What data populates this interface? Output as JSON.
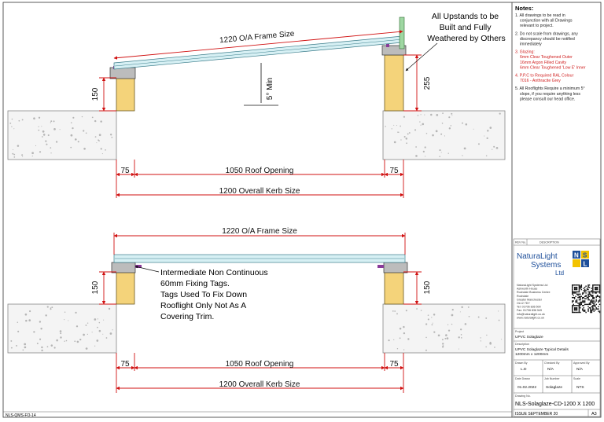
{
  "top_view": {
    "frame_size": "1220 O/A Frame Size",
    "upstand_note": [
      "All Upstands to be",
      "Built and Fully",
      "Weathered by Others"
    ],
    "slope": "5° Min",
    "kerb_height_left": "150",
    "kerb_height_right": "255",
    "kerb_width_left": "75",
    "kerb_width_right": "75",
    "roof_opening": "1050 Roof Opening",
    "overall_kerb": "1200 Overall Kerb Size"
  },
  "bottom_view": {
    "frame_size": "1220 O/A Frame Size",
    "tag_note": [
      "Intermediate Non Continuous",
      "60mm Fixing Tags.",
      "Tags Used To Fix Down",
      "Rooflight Only Not As A",
      "Covering Trim."
    ],
    "kerb_height_left": "150",
    "kerb_height_right": "150",
    "kerb_width_left": "75",
    "kerb_width_right": "75",
    "roof_opening": "1050 Roof Opening",
    "overall_kerb": "1200 Overall Kerb Size"
  },
  "notes": {
    "heading": "Notes:",
    "items": [
      {
        "lines": [
          "1. All drawings to be read in",
          "conjunction with all Drawings",
          "relevant to project."
        ],
        "color": "#222222"
      },
      {
        "lines": [
          "2. Do not scale from drawings, any",
          "discrepancy should be notified",
          "immediately"
        ],
        "color": "#222222"
      },
      {
        "lines": [
          "3. Glazing:",
          "6mm Clear Toughened Outer",
          "16mm Argon Filled Cavity",
          "6mm Clear Toughened 'Low E' Inner"
        ],
        "color": "#d02020"
      },
      {
        "lines": [
          "4. P.P.C to Required RAL Colour",
          "7016 - Anthracite Grey"
        ],
        "color": "#d02020"
      },
      {
        "lines": [
          "5. All Rooflights Require a minimum 5°",
          "slope, if you require anything less",
          "please consult our head office."
        ],
        "color": "#222222"
      }
    ]
  },
  "title_block": {
    "rev_label": "REV No.",
    "rev_desc_label": "DESCRIPTION",
    "company_line1": "NaturaLight",
    "company_line2": "Systems",
    "company_line3": "Ltd",
    "logo_letters": [
      "N",
      "L",
      "S"
    ],
    "address": [
      "NaturaLight Systems Ltd",
      "Ashworth House",
      "Rochdale Business Centre",
      "Rochdale",
      "Greater Manchester",
      "OL12 7DY",
      "Tel: 01706 836 500",
      "Fax: 01706 836 549",
      "info@naturalight.co.uk",
      "www.naturalight.co.uk"
    ],
    "project_label": "Project",
    "project": "UPVC Solaglaze",
    "description_label": "Description",
    "description": [
      "UPVC Solaglaze Typical Details",
      "1200mm x 1200mm"
    ],
    "drawn_by_label": "Drawn By",
    "drawn_by": "L.D",
    "checked_by_label": "Checked By",
    "checked_by": "N/A",
    "approved_by_label": "Approved By",
    "approved_by": "N/A",
    "date_label": "Date Drawn",
    "date": "01.02.2022",
    "job_label": "Job Number",
    "job": "Solaglaze",
    "scale_label": "Scale",
    "scale": "NTS",
    "drawing_no_label": "Drawing No.",
    "drawing_no": "NLS-Solaglaze-CD-1200 X 1200",
    "issue": "ISSUE SEPTEMBER 20",
    "sheet_size": "A3"
  },
  "footer_code": "NLS-QMS-FO-14"
}
